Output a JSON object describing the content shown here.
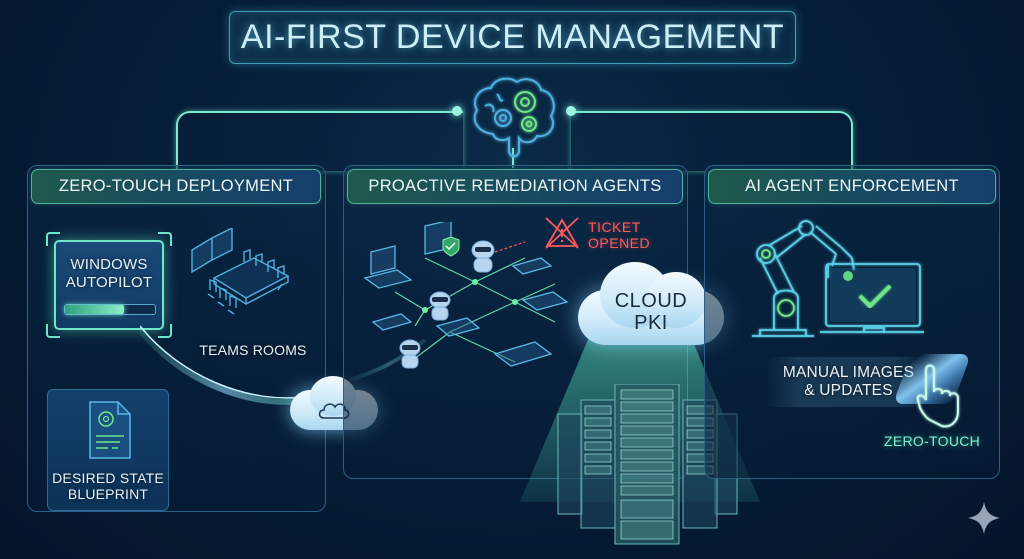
{
  "title": "AI-FIRST DEVICE MANAGEMENT",
  "hub": {
    "icon": "brain-gears-icon"
  },
  "panels": [
    {
      "id": "zero-touch-deployment",
      "header": "ZERO-TOUCH DEPLOYMENT",
      "items": {
        "autopilot": {
          "line1": "WINDOWS",
          "line2": "AUTOPILOT",
          "progress_percent": 65
        },
        "teams_rooms": {
          "label": "TEAMS ROOMS"
        },
        "blueprint": {
          "line1": "DESIRED STATE",
          "line2": "BLUEPRINT"
        }
      }
    },
    {
      "id": "proactive-remediation-agents",
      "header": "PROACTIVE REMEDIATION AGENTS",
      "items": {
        "ticket": {
          "line1": "TICKET",
          "line2": "OPENED",
          "status": "crossed-out"
        },
        "cloud_pki": {
          "line1": "CLOUD",
          "line2": "PKI"
        }
      }
    },
    {
      "id": "ai-agent-enforcement",
      "header": "AI AGENT ENFORCEMENT",
      "items": {
        "manual": {
          "line1": "MANUAL IMAGES",
          "line2": "& UPDATES"
        },
        "zero_touch": {
          "label": "ZERO-TOUCH"
        }
      }
    }
  ],
  "colors": {
    "background": "#041a31",
    "accent_green": "#6ee6c8",
    "accent_blue": "#4fb0e0",
    "alert_red": "#ff5a5a",
    "panel_border": "#2c5f86"
  },
  "watermark": {
    "icon": "sparkle-icon"
  }
}
